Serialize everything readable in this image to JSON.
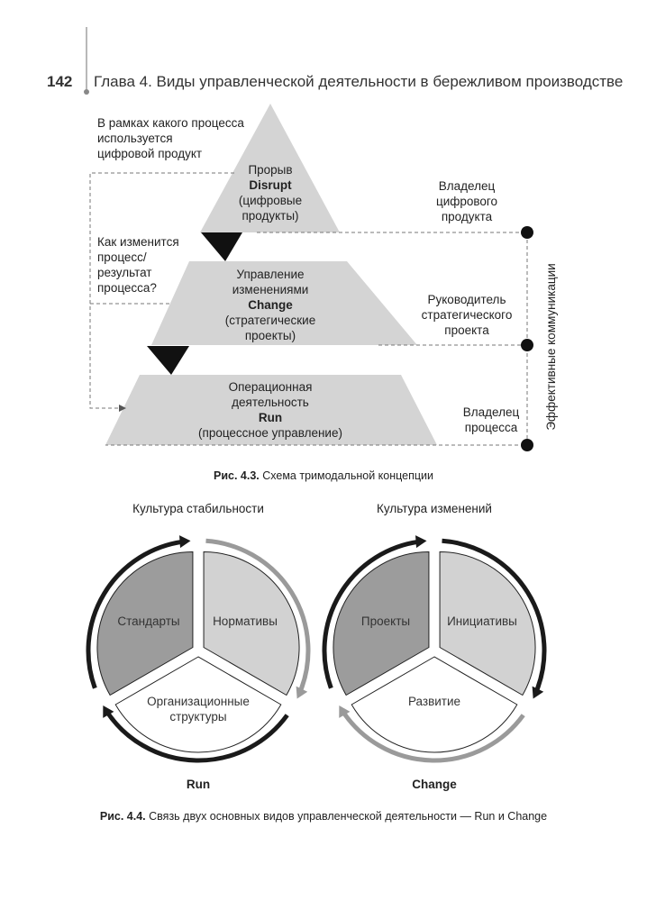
{
  "header": {
    "page_number": "142",
    "chapter_title": "Глава 4. Виды управленческой деятельности в бережливом производстве"
  },
  "figure_4_3": {
    "question_top": [
      "В рамках какого процесса",
      "используется",
      "цифровой продукт"
    ],
    "question_middle": [
      "Как изменится",
      "процесс/",
      "результат",
      "процесса?"
    ],
    "levels": [
      {
        "lines": [
          "Прорыв",
          "Disrupt",
          "(цифровые",
          "продукты)"
        ],
        "owner": [
          "Владелец",
          "цифрового",
          "продукта"
        ]
      },
      {
        "lines": [
          "Управление",
          "изменениями",
          "Change",
          "(стратегические",
          "проекты)"
        ],
        "owner": [
          "Руководитель",
          "стратегического",
          "проекта"
        ]
      },
      {
        "lines": [
          "Операционная",
          "деятельность",
          "Run",
          "(процессное управление)"
        ],
        "owner": [
          "Владелец",
          "процесса"
        ]
      }
    ],
    "side_label": "Эффективные коммуникации",
    "caption_label": "Рис. 4.3.",
    "caption_text": " Схема тримодальной концепции"
  },
  "figure_4_4": {
    "run": {
      "culture": "Культура стабильности",
      "segments": [
        "Стандарты",
        "Нормативы",
        "Организационные",
        "структуры"
      ],
      "name": "Run"
    },
    "change": {
      "culture": "Культура изменений",
      "segments": [
        "Проекты",
        "Инициативы",
        "Развитие"
      ],
      "name": "Change"
    },
    "caption_label": "Рис. 4.4.",
    "caption_text": " Связь двух основных видов управленческой деятельности — Run и Change"
  },
  "colors": {
    "dark_segment": "#9c9c9c",
    "light_segment": "#d2d2d2",
    "pyramid": "#d4d4d4",
    "arrow_dark": "#1a1a1a",
    "arrow_gray": "#9a9a9a"
  }
}
